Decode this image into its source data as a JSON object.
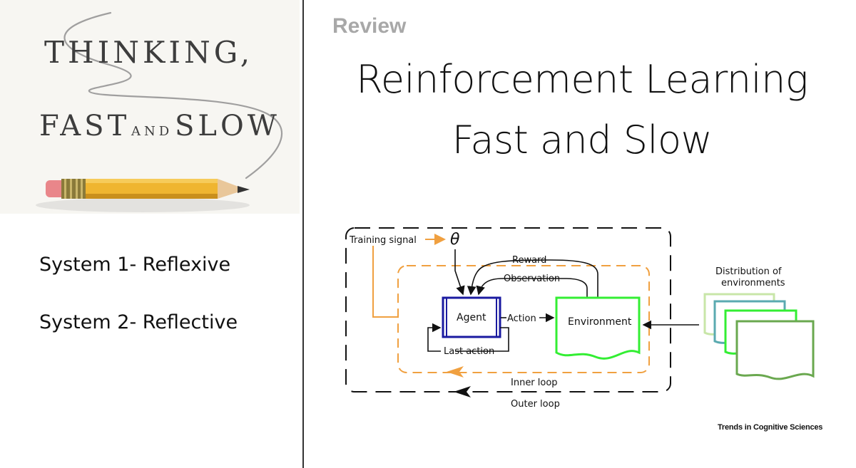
{
  "book": {
    "title_line1": "THINKING,",
    "title_fast": "FAST",
    "title_and": "AND",
    "title_slow": "SLOW"
  },
  "systems": [
    {
      "label": "System 1- Reflexive"
    },
    {
      "label": "System 2- Reflective"
    }
  ],
  "header": {
    "review": "Review",
    "title_line1": "Reinforcement Learning",
    "title_line2": "Fast and Slow"
  },
  "diagram": {
    "training_signal": "Training signal",
    "theta": "θ",
    "reward": "Reward",
    "observation": "Observation",
    "agent": "Agent",
    "action": "Action",
    "environment": "Environment",
    "last_action": "Last action",
    "distribution_line1": "Distribution of",
    "distribution_line2": "environments",
    "inner_loop": "Inner loop",
    "outer_loop": "Outer loop",
    "colors": {
      "inner_loop": "#f0a040",
      "agent": "#1a1aa0",
      "environment": "#33ee33",
      "outer_loop": "#111111"
    }
  },
  "footer": {
    "journal": "Trends in Cognitive Sciences"
  }
}
